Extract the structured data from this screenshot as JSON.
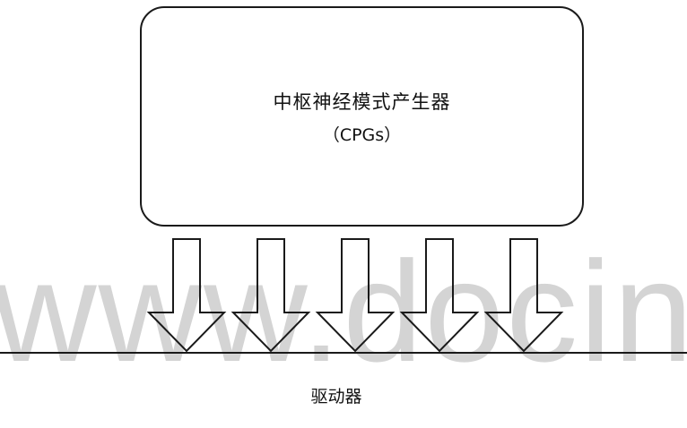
{
  "diagram": {
    "box": {
      "title": "中枢神经模式产生器",
      "subtitle": "（CPGs）"
    },
    "arrows_count_label": "",
    "bottom_label": "驱动器"
  },
  "watermark": {
    "text": "www.docin.co"
  },
  "colors": {
    "stroke": "#1a1a1a",
    "background": "#ffffff",
    "watermark": "#a0a0a0"
  }
}
